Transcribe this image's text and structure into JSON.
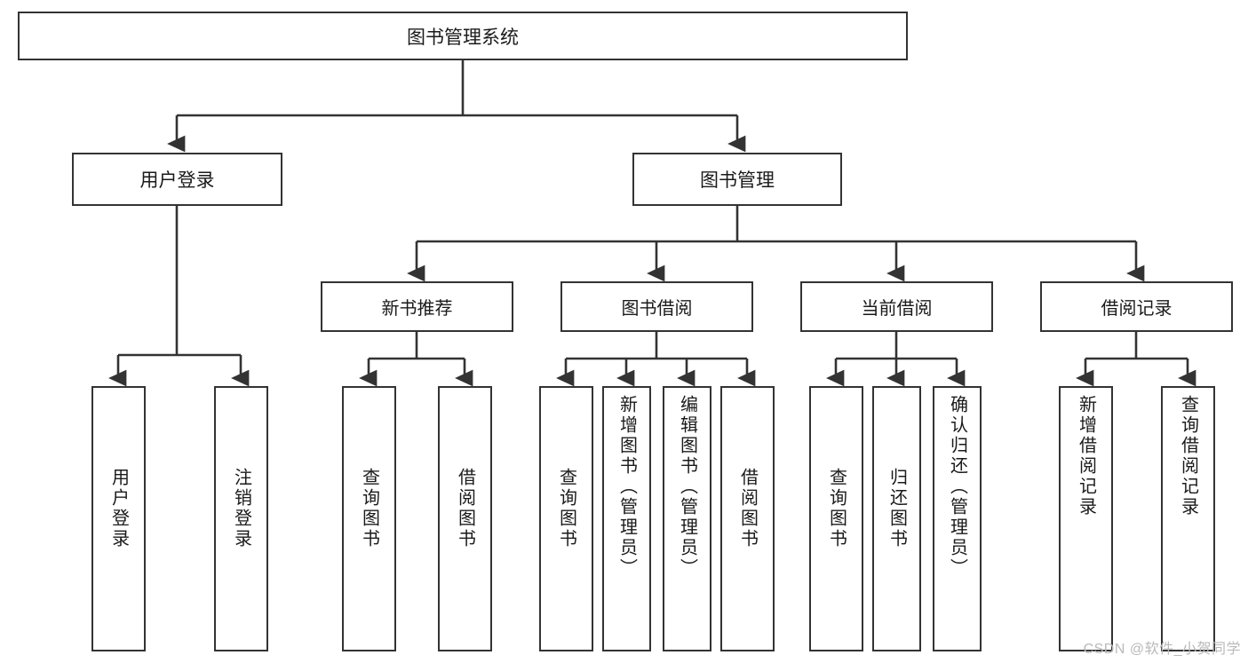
{
  "diagram": {
    "title": "图书管理系统",
    "type": "hierarchy-tree",
    "watermark": "CSDN @软件_小贺同学",
    "colors": {
      "box_border": "#333333",
      "box_fill": "#ffffff",
      "connector": "#333333",
      "text": "#1a1a1a",
      "watermark": "#b9b9b9"
    },
    "root": {
      "label": "图书管理系统"
    },
    "level1": [
      {
        "id": "user-login",
        "label": "用户登录"
      },
      {
        "id": "book-management",
        "label": "图书管理"
      }
    ],
    "level2": [
      {
        "id": "new-book-recommend",
        "label": "新书推荐"
      },
      {
        "id": "book-borrow",
        "label": "图书借阅"
      },
      {
        "id": "current-borrow",
        "label": "当前借阅"
      },
      {
        "id": "borrow-record",
        "label": "借阅记录"
      }
    ],
    "leaves": {
      "user_login": [
        {
          "id": "leaf-user-login",
          "label": "用户登录"
        },
        {
          "id": "leaf-logout-login",
          "label": "注销登录"
        }
      ],
      "new_book_recommend": [
        {
          "id": "leaf-query-book-1",
          "label": "查询图书"
        },
        {
          "id": "leaf-borrow-book-1",
          "label": "借阅图书"
        }
      ],
      "book_borrow": [
        {
          "id": "leaf-query-book-2",
          "label": "查询图书"
        },
        {
          "id": "leaf-add-book",
          "label": "新增图书（管理员）"
        },
        {
          "id": "leaf-edit-book",
          "label": "编辑图书（管理员）"
        },
        {
          "id": "leaf-borrow-book-2",
          "label": "借阅图书"
        }
      ],
      "current_borrow": [
        {
          "id": "leaf-query-book-3",
          "label": "查询图书"
        },
        {
          "id": "leaf-return-book",
          "label": "归还图书"
        },
        {
          "id": "leaf-confirm-return",
          "label": "确认归还（管理员）"
        }
      ],
      "borrow_record": [
        {
          "id": "leaf-add-record",
          "label": "新增借阅记录"
        },
        {
          "id": "leaf-query-record",
          "label": "查询借阅记录"
        }
      ]
    }
  }
}
